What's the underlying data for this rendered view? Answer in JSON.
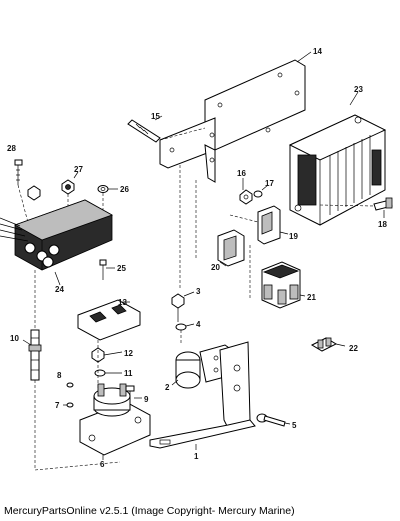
{
  "callouts": {
    "c1": "1",
    "c2": "2",
    "c3": "3",
    "c4": "4",
    "c5": "5",
    "c6": "6",
    "c7": "7",
    "c8": "8",
    "c9": "9",
    "c10": "10",
    "c11": "11",
    "c12": "12",
    "c13": "13",
    "c14": "14",
    "c15": "15",
    "c16": "16",
    "c17": "17",
    "c18": "18",
    "c19": "19",
    "c20": "20",
    "c21": "21",
    "c22": "22",
    "c23": "23",
    "c24": "24",
    "c25": "25",
    "c26": "26",
    "c27": "27",
    "c28": "28"
  },
  "footer": "MercuryPartsOnline v2.5.1 (Image Copyright- Mercury Marine)"
}
